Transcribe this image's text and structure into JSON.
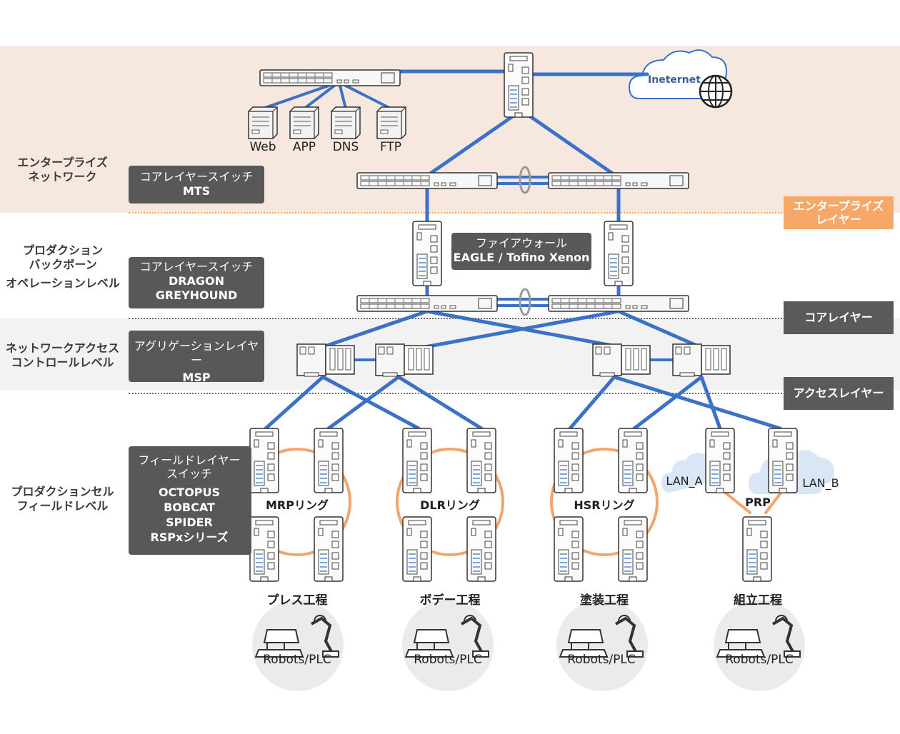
{
  "colors": {
    "link": "#3b72c7",
    "ring": "#f2a56a",
    "enterprise_band": "#f6e8df",
    "access_band": "#f2f2f2",
    "label_box": "#585858",
    "enterprise_tag": "#f6a869",
    "layer_tag": "#5a5a5a"
  },
  "levels": {
    "enterprise": [
      "エンタープライズ",
      "ネットワーク"
    ],
    "production_backbone": [
      "プロダクション",
      "バックボーン",
      "オペレーションレベル"
    ],
    "network_access": [
      "ネットワークアクセス",
      "コントロールレベル"
    ],
    "field": [
      "プロダクションセル",
      "フィールドレベル"
    ]
  },
  "switch_labels": {
    "core_mts": {
      "title": "コアレイヤースイッチ",
      "products": [
        "MTS"
      ]
    },
    "core_dragon": {
      "title": "コアレイヤースイッチ",
      "products": [
        "DRAGON",
        "GREYHOUND"
      ]
    },
    "firewall": {
      "title": "ファイアウォール",
      "products": [
        "EAGLE / Tofino Xenon"
      ]
    },
    "aggregation": {
      "title": "アグリゲーションレイヤー",
      "products": [
        "MSP"
      ]
    },
    "field": {
      "title": [
        "フィールドレイヤー",
        "スイッチ"
      ],
      "products": [
        "OCTOPUS",
        "BOBCAT",
        "SPIDER",
        "RSPxシリーズ"
      ]
    }
  },
  "layer_tags": {
    "enterprise": [
      "エンタープライズ",
      "レイヤー"
    ],
    "core": "コアレイヤー",
    "access": "アクセスレイヤー"
  },
  "servers": [
    "Web",
    "APP",
    "DNS",
    "FTP"
  ],
  "internet_label": "Ineternet",
  "rings": [
    "MRPリング",
    "DLRリング",
    "HSRリング",
    "PRP"
  ],
  "lans": [
    "LAN_A",
    "LAN_B"
  ],
  "processes": [
    "プレス工程",
    "ボデー工程",
    "塗装工程",
    "組立工程"
  ],
  "robots_label": "Robots/PLC",
  "icons": [
    "rack-switch-icon",
    "din-switch-icon",
    "server-icon",
    "cloud-icon",
    "globe-icon",
    "robot-arm-icon",
    "link-aggregation-icon",
    "modular-switch-icon"
  ]
}
